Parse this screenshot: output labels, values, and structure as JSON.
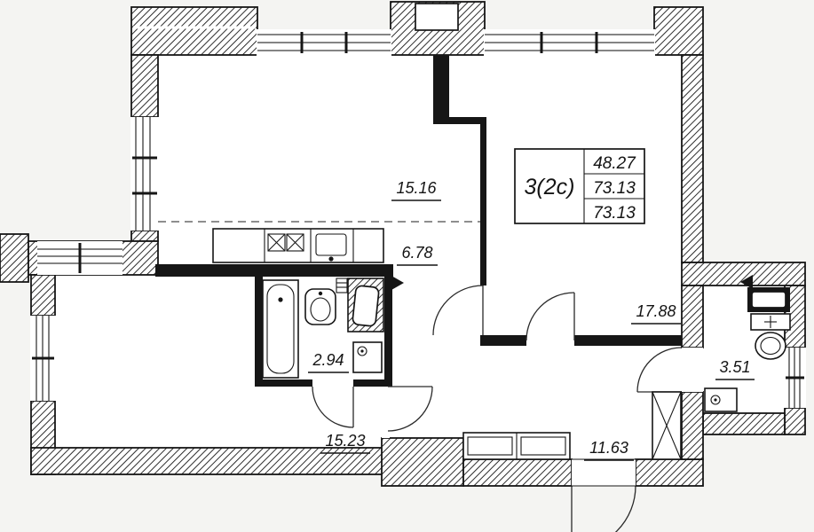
{
  "plan": {
    "apartment_table": {
      "type": "3(2с)",
      "rows": [
        "48.27",
        "73.13",
        "73.13"
      ]
    },
    "rooms": {
      "living_room": "15.16",
      "hall": "6.78",
      "bedroom": "17.88",
      "bathroom": "2.94",
      "room": "15.23",
      "corridor": "11.63",
      "wc": "3.51"
    },
    "colors": {
      "wall": "#161616",
      "floor": "#ffffff",
      "background": "#f4f4f2"
    }
  }
}
